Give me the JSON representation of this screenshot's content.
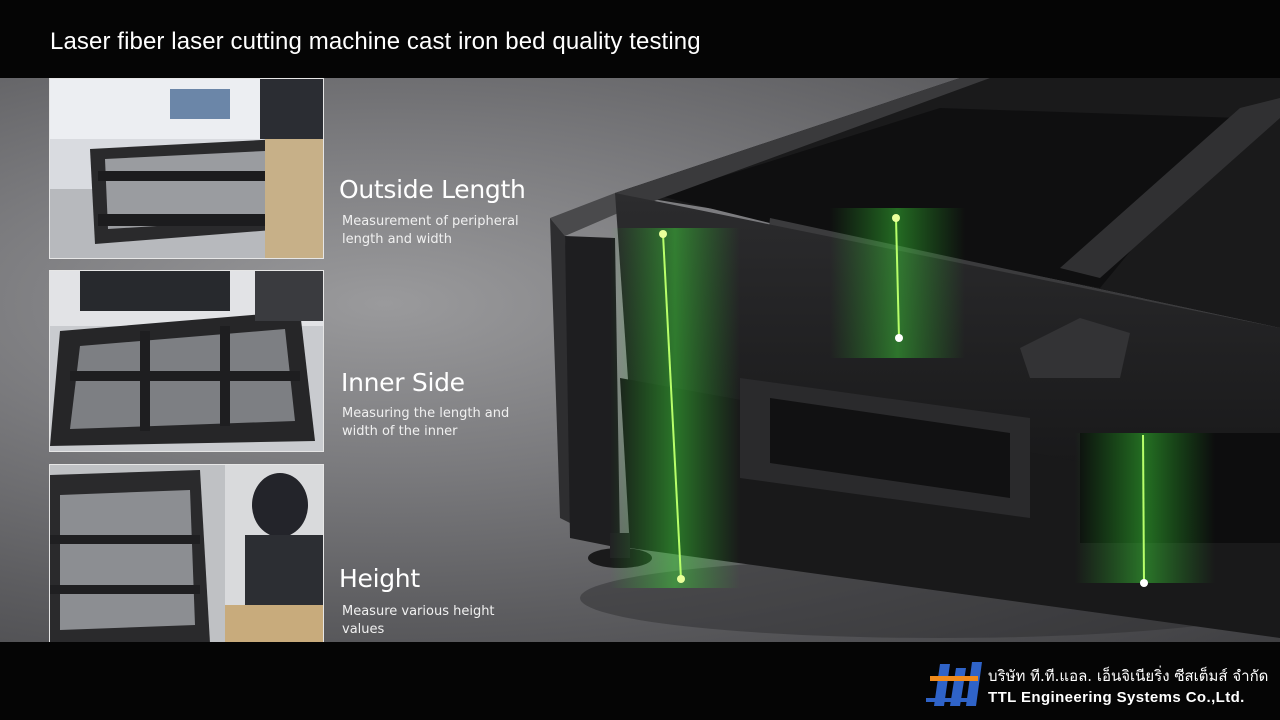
{
  "header": {
    "title": "Laser fiber laser cutting machine cast iron bed quality testing"
  },
  "measurements": [
    {
      "title": "Outside Length",
      "description": "Measurement of peripheral length and width"
    },
    {
      "title": "Inner Side",
      "description": "Measuring the length and width of the inner"
    },
    {
      "title": "Height",
      "description": "Measure various height values"
    }
  ],
  "footer": {
    "company_thai": "บริษัท ที.ที.แอล. เอ็นจิเนียริ่ง ซีสเต็มส์ จำกัด",
    "company_english": "TTL Engineering Systems Co.,Ltd."
  },
  "colors": {
    "laser_green": "#5cf03a",
    "logo_blue": "#2f63c8",
    "logo_orange": "#f08a1c"
  }
}
